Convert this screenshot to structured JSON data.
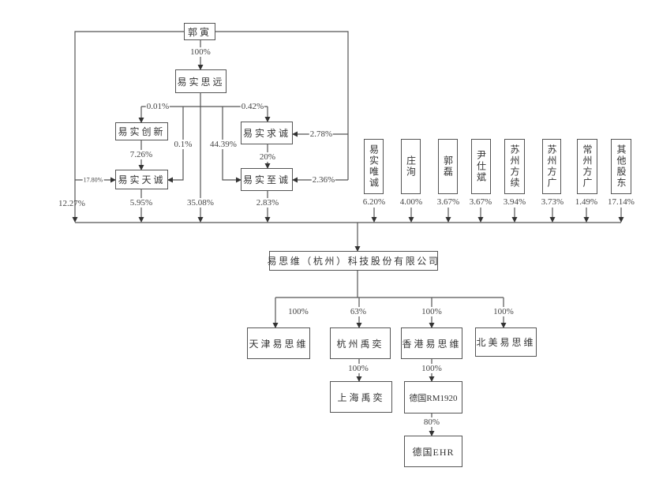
{
  "nodes": {
    "guo_yin": "郭寅",
    "yishi_siyuan": "易实思远",
    "yishi_chuangxin": "易实创新",
    "yishi_tiancheng": "易实天诚",
    "yishi_qiucheng": "易实求诚",
    "yishi_zhicheng": "易实至诚",
    "company": "易思维（杭州）科技股份有限公司",
    "tianjin": "天津易思维",
    "hangzhou_yuyi": "杭州禹奕",
    "hongkong": "香港易思维",
    "north_america": "北美易思维",
    "shanghai_yuyi": "上海禹奕",
    "germany_rm1920": "德国RM1920",
    "germany_ehr": "德国EHR"
  },
  "shareholders": [
    {
      "name": "易实唯诚",
      "pct": "6.20%"
    },
    {
      "name": "庄洵",
      "pct": "4.00%"
    },
    {
      "name": "郭磊",
      "pct": "3.67%"
    },
    {
      "name": "尹仕斌",
      "pct": "3.67%"
    },
    {
      "name": "苏州方续",
      "pct": "3.94%"
    },
    {
      "name": "苏州方广",
      "pct": "3.73%"
    },
    {
      "name": "常州方广",
      "pct": "1.49%"
    },
    {
      "name": "其他股东",
      "pct": "17.14%"
    }
  ],
  "edge_labels": {
    "guo_yin_to_siyuan": "100%",
    "siyuan_to_chuangxin": "0.01%",
    "siyuan_to_qiucheng": "0.42%",
    "siyuan_to_tiancheng": "0.1%",
    "siyuan_to_zhicheng": "44.39%",
    "chuangxin_to_tiancheng": "7.26%",
    "qiucheng_to_zhicheng": "20%",
    "guo_yin_to_qiucheng": "2.78%",
    "guo_yin_to_zhicheng": "2.36%",
    "guo_yin_to_tiancheng": "17.80%",
    "guo_yin_to_company": "12.27%",
    "tiancheng_to_company": "5.95%",
    "siyuan_to_company": "35.08%",
    "zhicheng_to_company": "2.83%",
    "company_to_tianjin": "100%",
    "company_to_hangzhou_yuyi": "63%",
    "company_to_hongkong": "100%",
    "company_to_north_america": "100%",
    "hangzhou_yuyi_to_shanghai_yuyi": "100%",
    "hongkong_to_rm1920": "100%",
    "rm1920_to_ehr": "80%"
  }
}
